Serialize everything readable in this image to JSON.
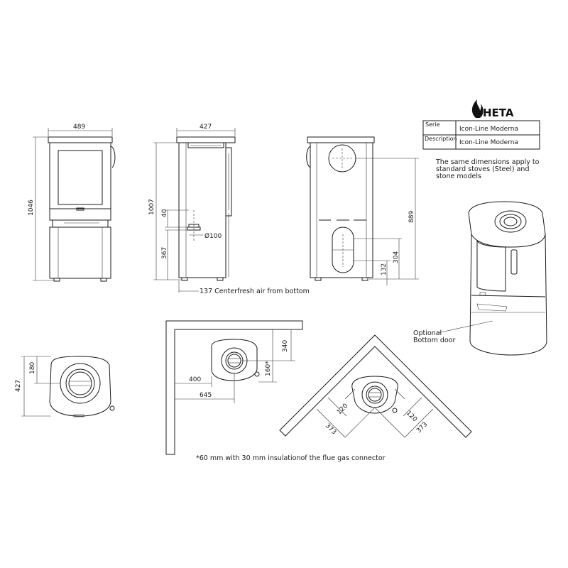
{
  "brand": {
    "name": "HETA"
  },
  "spec_table": {
    "rows": [
      {
        "label": "Serie",
        "value": "Icon-Line Moderna"
      },
      {
        "label": "Description",
        "value": "Icon-Line Moderna"
      }
    ]
  },
  "notes": {
    "same_dimensions": [
      "The same dimensions apply to",
      "standard stoves (Steel) and",
      "stone models"
    ],
    "bottom_door": [
      "Optional",
      "Bottom door"
    ],
    "insulation": "*60 mm with 30 mm insulationof the flue gas connector",
    "fresh_air": "137 Centerfresh air from bottom"
  },
  "dimensions": {
    "front_width": "489",
    "front_height": "1046",
    "side_depth": "427",
    "side_height": "1007",
    "side_flue_offset": "40",
    "side_flue_diameter": "Ø100",
    "side_air_height": "367",
    "rear_height": "889",
    "rear_inlet_height": "304",
    "rear_bottom": "132",
    "top_depth": "427",
    "top_center": "180",
    "wall_side_340": "340",
    "wall_side_160": "160*",
    "wall_side_400": "400",
    "wall_side_645": "645",
    "corner_120_left": "120",
    "corner_120_right": "120",
    "corner_373_left": "373",
    "corner_373_right": "373"
  }
}
